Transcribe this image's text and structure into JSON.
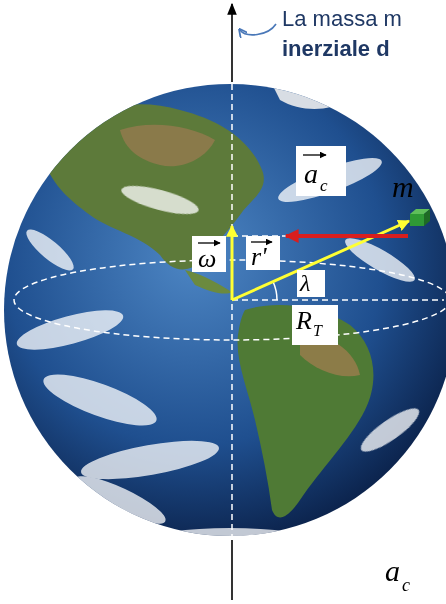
{
  "diagram": {
    "labels": [
      "La massa m",
      "inerziale d",
      "a",
      "c",
      "m",
      "r'",
      "ω",
      "λ",
      "R",
      "T",
      "a",
      "c"
    ]
  }
}
